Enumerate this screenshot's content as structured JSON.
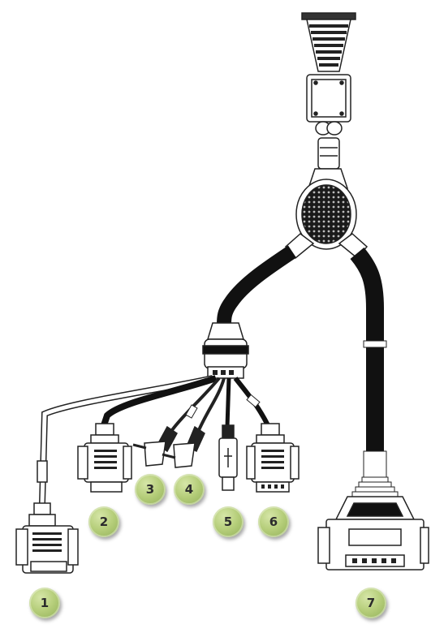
{
  "diagram": {
    "connector_labels": [
      "1",
      "2",
      "3",
      "4",
      "5",
      "6",
      "7"
    ]
  },
  "colors": {
    "cable": "#111111",
    "outline": "#222222",
    "badge": "#b7cf7c"
  }
}
